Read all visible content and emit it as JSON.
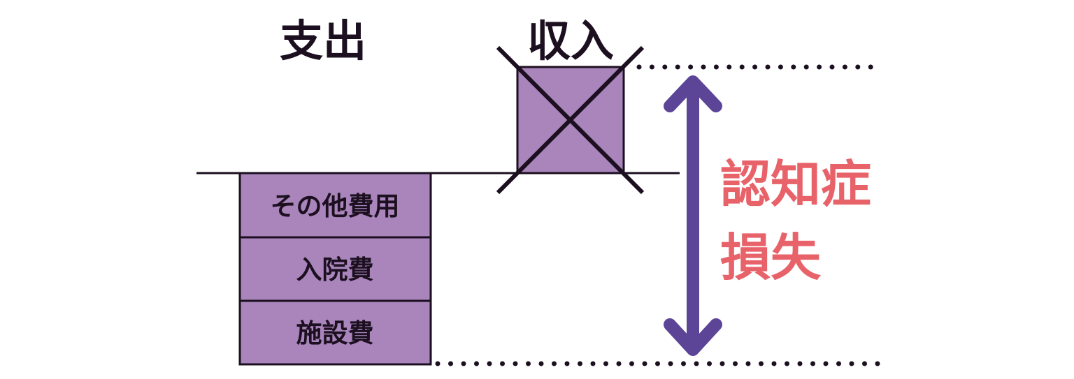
{
  "labels": {
    "expenditure": "支出",
    "income": "収入",
    "loss_line1": "認知症",
    "loss_line2": "損失"
  },
  "expense_items": [
    {
      "label": "その他費用"
    },
    {
      "label": "入院費"
    },
    {
      "label": "施設費"
    }
  ],
  "colors": {
    "box_fill": "#a985bb",
    "stroke": "#1c1020",
    "arrow": "#5c4597",
    "loss_text": "#e8626a",
    "dots": "#1c1020"
  },
  "icons": {
    "cross": "x-mark-icon",
    "arrow": "double-headed-arrow-icon"
  }
}
